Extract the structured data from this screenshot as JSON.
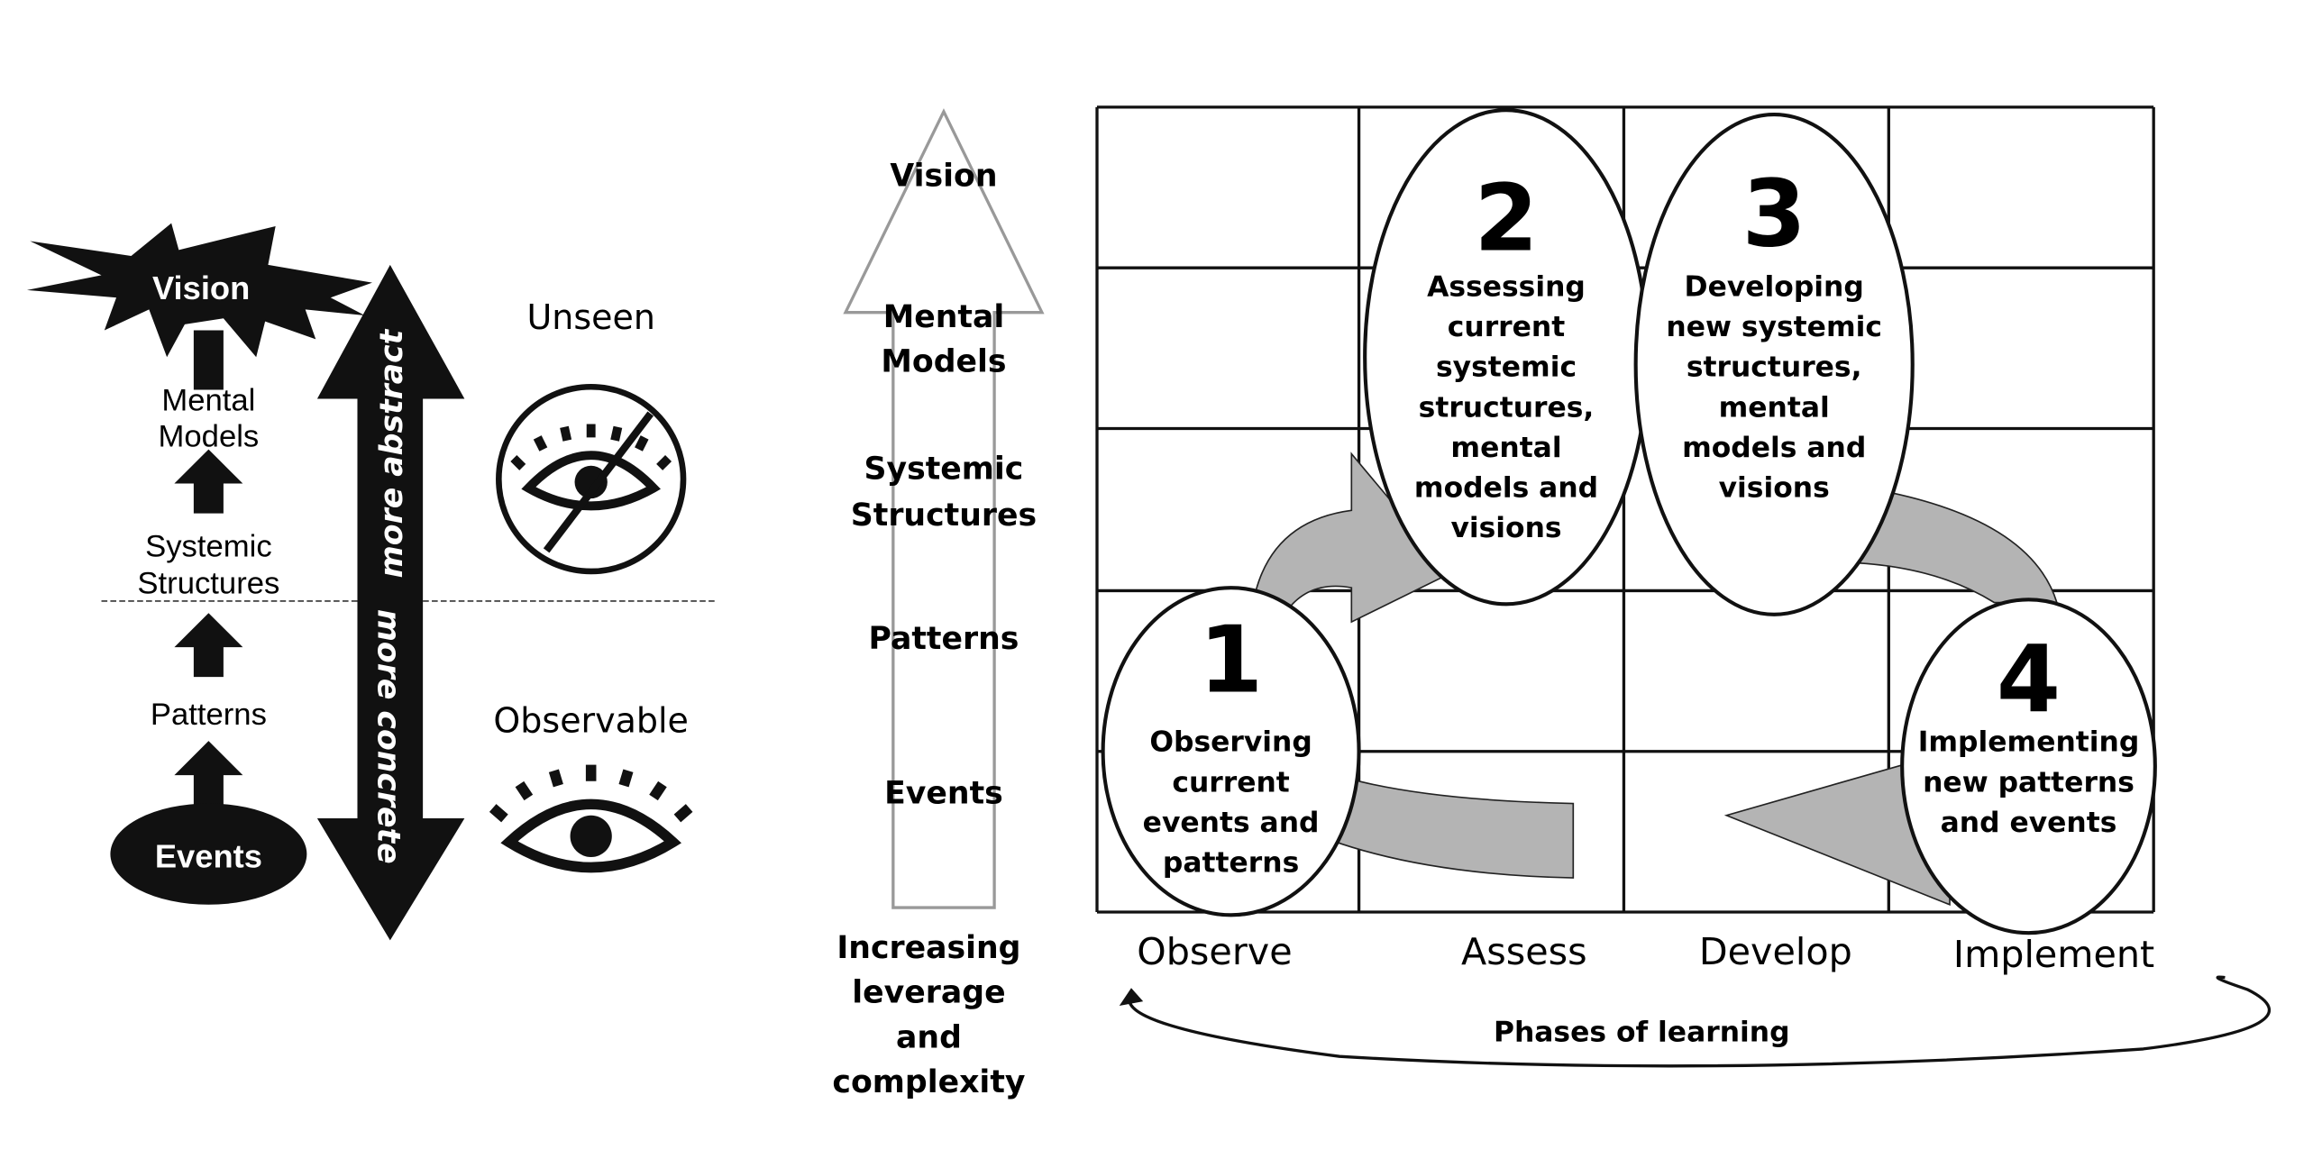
{
  "left": {
    "levels": {
      "vision": "Vision",
      "mental1": "Mental",
      "mental2": "Models",
      "systemic1": "Systemic",
      "systemic2": "Structures",
      "patterns": "Patterns",
      "events": "Events"
    },
    "axis": {
      "abstract": "more abstract",
      "concrete": "more concrete"
    },
    "unseen": "Unseen",
    "observable": "Observable"
  },
  "right": {
    "levels": {
      "vision": "Vision",
      "mental1": "Mental",
      "mental2": "Models",
      "systemic1": "Systemic",
      "systemic2": "Structures",
      "patterns": "Patterns",
      "events": "Events"
    },
    "leverage": [
      "Increasing",
      "leverage",
      "and",
      "complexity"
    ],
    "steps": [
      {
        "num": "1",
        "lines": [
          "Observing",
          "current",
          "events and",
          "patterns"
        ]
      },
      {
        "num": "2",
        "lines": [
          "Assessing",
          "current",
          "systemic",
          "structures,",
          "mental",
          "models and",
          "visions"
        ]
      },
      {
        "num": "3",
        "lines": [
          "Developing",
          "new systemic",
          "structures,",
          "mental",
          "models and",
          "visions"
        ]
      },
      {
        "num": "4",
        "lines": [
          "Implementing",
          "new patterns",
          "and events"
        ]
      }
    ],
    "phases": [
      "Observe",
      "Assess",
      "Develop",
      "Implement"
    ],
    "phases_title": "Phases of learning"
  },
  "colors": {
    "arrow_gray": "#b4b4b4",
    "ink": "#111111"
  }
}
